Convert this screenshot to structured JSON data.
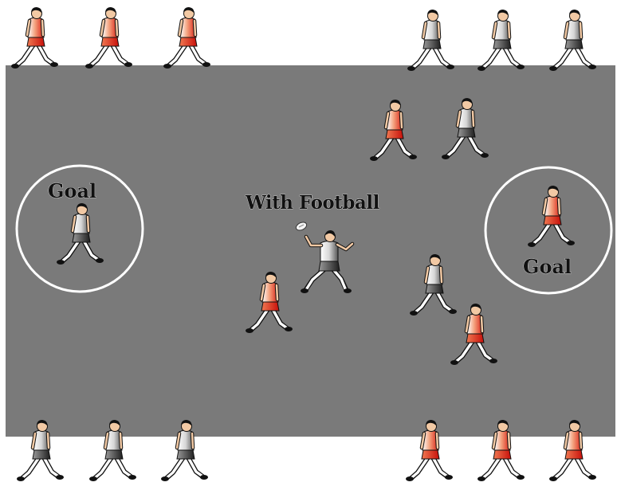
{
  "labels": {
    "goal_left": "Goal",
    "goal_right": "Goal",
    "with_football": "With Football"
  },
  "colors": {
    "field": "#7a7a7a",
    "background": "#ffffff",
    "goal_circle": "#ffffff",
    "team_red": "#ef6a3a",
    "team_red_dark": "#d91d12",
    "team_grey": "#e6e6e6",
    "team_grey_dark": "#333333",
    "skin": "#f2c9a4",
    "outline": "#111111"
  },
  "players": [
    {
      "team": "red",
      "facing": "right",
      "pose": "walk"
    },
    {
      "team": "red",
      "facing": "right",
      "pose": "walk"
    },
    {
      "team": "red",
      "facing": "right",
      "pose": "walk"
    },
    {
      "team": "grey",
      "facing": "right",
      "pose": "walk"
    },
    {
      "team": "grey",
      "facing": "right",
      "pose": "walk"
    },
    {
      "team": "grey",
      "facing": "right",
      "pose": "walk"
    },
    {
      "team": "red",
      "facing": "right",
      "pose": "walk"
    },
    {
      "team": "grey",
      "facing": "right",
      "pose": "walk"
    },
    {
      "team": "grey",
      "facing": "right",
      "pose": "walk",
      "note": "goal"
    },
    {
      "team": "red",
      "facing": "right",
      "pose": "walk",
      "note": "goal"
    },
    {
      "team": "grey",
      "facing": "left",
      "pose": "throw",
      "note": "with football"
    },
    {
      "team": "red",
      "facing": "right",
      "pose": "walk"
    },
    {
      "team": "grey",
      "facing": "right",
      "pose": "walk"
    },
    {
      "team": "red",
      "facing": "right",
      "pose": "walk"
    },
    {
      "team": "grey",
      "facing": "right",
      "pose": "walk"
    },
    {
      "team": "grey",
      "facing": "right",
      "pose": "walk"
    },
    {
      "team": "grey",
      "facing": "right",
      "pose": "walk"
    },
    {
      "team": "red",
      "facing": "right",
      "pose": "walk"
    },
    {
      "team": "red",
      "facing": "right",
      "pose": "walk"
    },
    {
      "team": "red",
      "facing": "right",
      "pose": "walk"
    }
  ]
}
